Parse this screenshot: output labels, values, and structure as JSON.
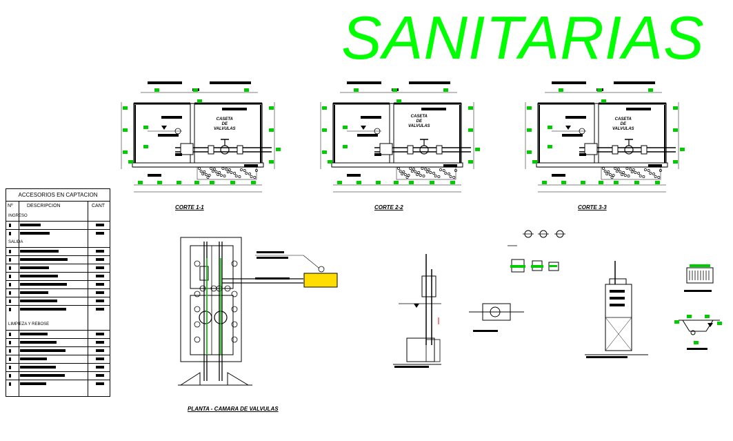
{
  "drawing": {
    "title": "SANITARIAS",
    "colors": {
      "title": "#00ff00",
      "dimension": "#00cc00",
      "line": "#000000",
      "highlight": "#ffdd00"
    }
  },
  "sections": [
    {
      "label": "CORTE 1-1",
      "caseta": [
        "CASETA",
        "DE",
        "VALVULAS"
      ]
    },
    {
      "label": "CORTE 2-2",
      "caseta": [
        "CASETA",
        "DE",
        "VALVULAS"
      ]
    },
    {
      "label": "CORTE 3-3",
      "caseta": [
        "CASETA",
        "DE",
        "VALVULAS"
      ]
    }
  ],
  "plan": {
    "label": "PLANTA - CAMARA DE VALVULAS"
  },
  "table": {
    "title": "ACCESORIOS EN CAPTACION",
    "headers": {
      "num": "Nº",
      "desc": "DESCRIPCION",
      "qty": "CANT"
    },
    "groups": [
      {
        "name": "INGRESO",
        "rows": 2
      },
      {
        "name": "SALIDA",
        "rows": 8
      },
      {
        "name": "LIMPIEZA Y REBOSE",
        "rows": 7
      }
    ]
  }
}
